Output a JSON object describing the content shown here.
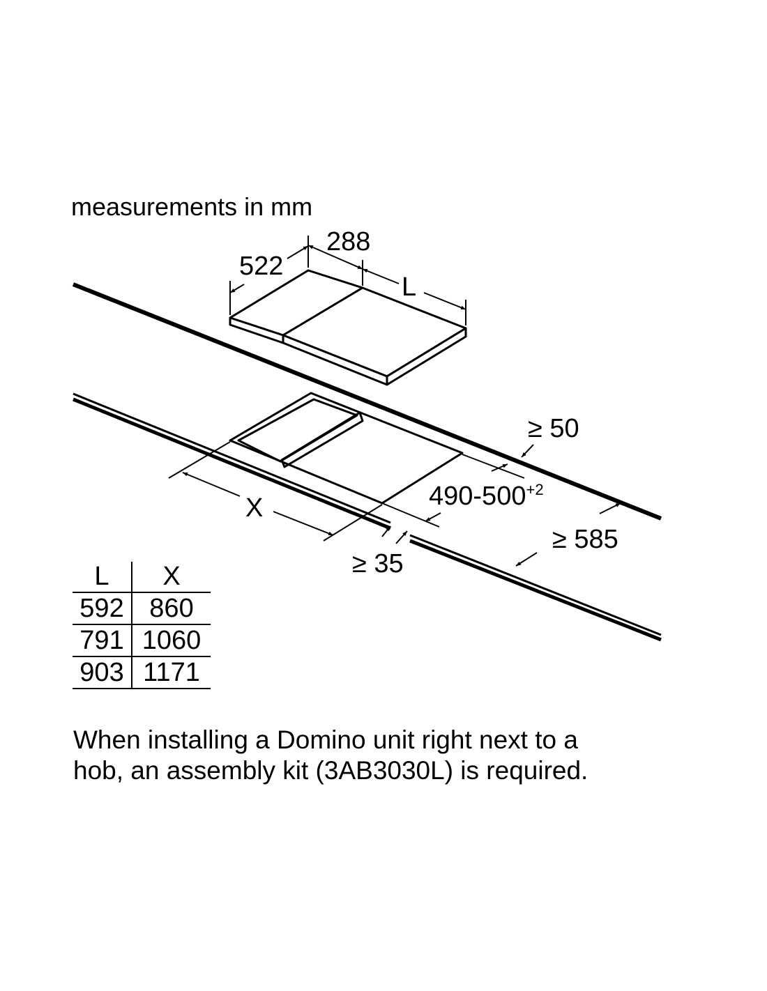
{
  "caption": "measurements in mm",
  "dimensions": {
    "hob_depth": "522",
    "module_width": "288",
    "length_label": "L",
    "rear_clearance": "≥ 50",
    "cutout_depth": "490-500",
    "cutout_depth_tolerance": "+2",
    "worktop_depth": "≥ 585",
    "front_clearance": "≥ 35",
    "cutout_width_label": "X"
  },
  "table": {
    "headers": [
      "L",
      "X"
    ],
    "rows": [
      [
        "592",
        "860"
      ],
      [
        "791",
        "1060"
      ],
      [
        "903",
        "1171"
      ]
    ]
  },
  "note": {
    "line1": "When installing a Domino unit right next to a",
    "line2": "hob, an assembly kit (3AB3030L) is required."
  }
}
